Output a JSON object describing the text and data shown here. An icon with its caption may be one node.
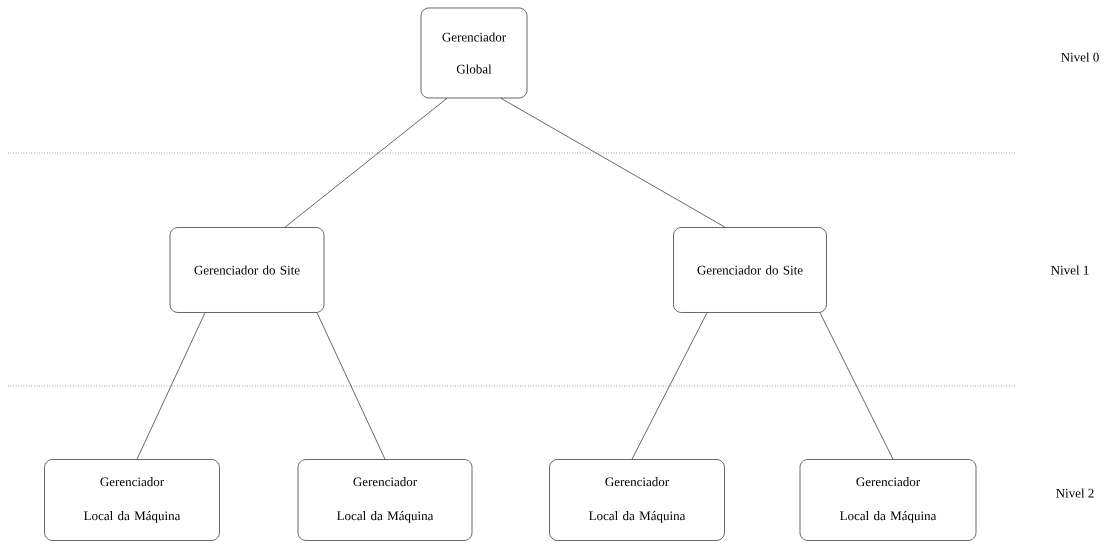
{
  "diagram": {
    "nodes": [
      {
        "text": [
          "Gerenciador Global"
        ]
      },
      {
        "text": [
          "Gerenciador do Site"
        ]
      },
      {
        "text": [
          "Gerenciador do Site"
        ]
      },
      {
        "text": [
          "Gerenciador Local da Máquina"
        ]
      },
      {
        "text": [
          "Gerenciador Local da Máquina"
        ]
      },
      {
        "text": [
          "Gerenciador Local da Máquina"
        ]
      },
      {
        "text": [
          "Gerenciador Local da Máquina"
        ]
      }
    ],
    "edges": [
      {
        "from": 0,
        "to": 1,
        "arrow": "none"
      },
      {
        "from": 0,
        "to": 2,
        "arrow": "none"
      },
      {
        "from": 1,
        "to": 3,
        "arrow": "none"
      },
      {
        "from": 1,
        "to": 4,
        "arrow": "none"
      },
      {
        "from": 2,
        "to": 5,
        "arrow": "none"
      },
      {
        "from": 2,
        "to": 6,
        "arrow": "none"
      }
    ],
    "labels": [
      "Nivel 0",
      "Nivel 1",
      "Nivel 2"
    ]
  }
}
